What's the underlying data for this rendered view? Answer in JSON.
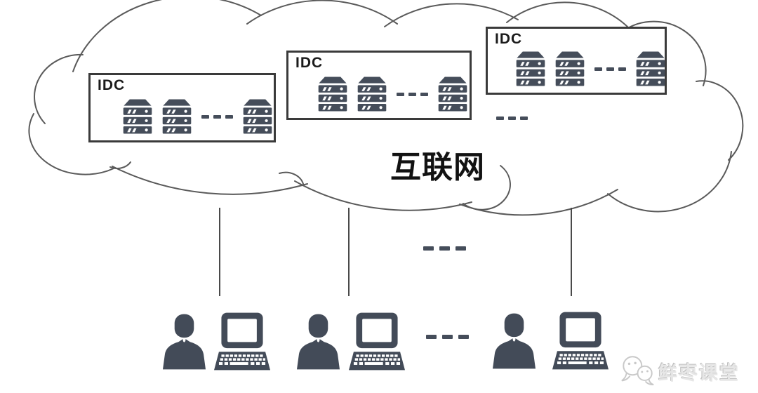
{
  "diagram": {
    "kind": "network-topology",
    "cloud": {
      "label": "互联网"
    },
    "idc_boxes": [
      {
        "label": "IDC",
        "servers_shown": 3,
        "has_ellipsis": true
      },
      {
        "label": "IDC",
        "servers_shown": 3,
        "has_ellipsis": true
      },
      {
        "label": "IDC",
        "servers_shown": 3,
        "has_ellipsis": true
      }
    ],
    "idc_ellipsis_between_boxes": true,
    "access_lines_shown": 3,
    "users_shown": 3,
    "user_ellipsis": true
  },
  "icons": {
    "server": "server-rack-icon",
    "user": "user-silhouette-icon",
    "computer": "desktop-computer-icon",
    "ellipsis": "ellipsis-dashes-icon",
    "watermark": "chat-bubbles-icon"
  },
  "colors": {
    "icon_slate": "#454d5a",
    "cloud_outline": "#5a5a5a",
    "box_border": "#3a3a3a",
    "text_dark": "#121212",
    "watermark_gray": "#c9c9c9",
    "background": "#ffffff"
  },
  "watermark": {
    "text": "鲜枣课堂"
  }
}
